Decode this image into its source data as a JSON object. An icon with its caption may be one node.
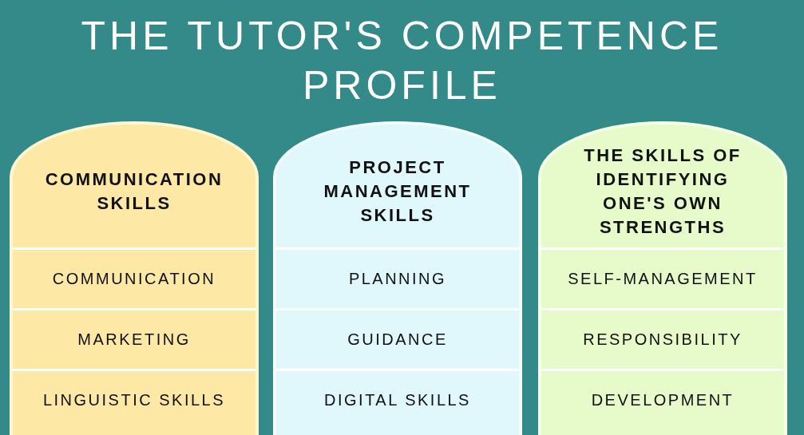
{
  "diagram": {
    "title": "THE TUTOR'S COMPETENCE PROFILE",
    "nodes": [
      {
        "text": [
          "COMMUNICATION SKILLS"
        ]
      },
      {
        "text": [
          "COMMUNICATION"
        ],
        "in": 0
      },
      {
        "text": [
          "MARKETING"
        ],
        "in": 0
      },
      {
        "text": [
          "LINGUISTIC SKILLS"
        ],
        "in": 0
      },
      {
        "text": [
          "PROJECT MANAGEMENT SKILLS"
        ]
      },
      {
        "text": [
          "PLANNING"
        ],
        "in": 4
      },
      {
        "text": [
          "GUIDANCE"
        ],
        "in": 4
      },
      {
        "text": [
          "DIGITAL SKILLS"
        ],
        "in": 4
      },
      {
        "text": [
          "THE SKILLS OF IDENTIFYING ONE'S OWN STRENGTHS"
        ]
      },
      {
        "text": [
          "SELF-MANAGEMENT"
        ],
        "in": 8
      },
      {
        "text": [
          "RESPONSIBILITY"
        ],
        "in": 8
      },
      {
        "text": [
          "DEVELOPMENT"
        ],
        "in": 8
      }
    ]
  }
}
